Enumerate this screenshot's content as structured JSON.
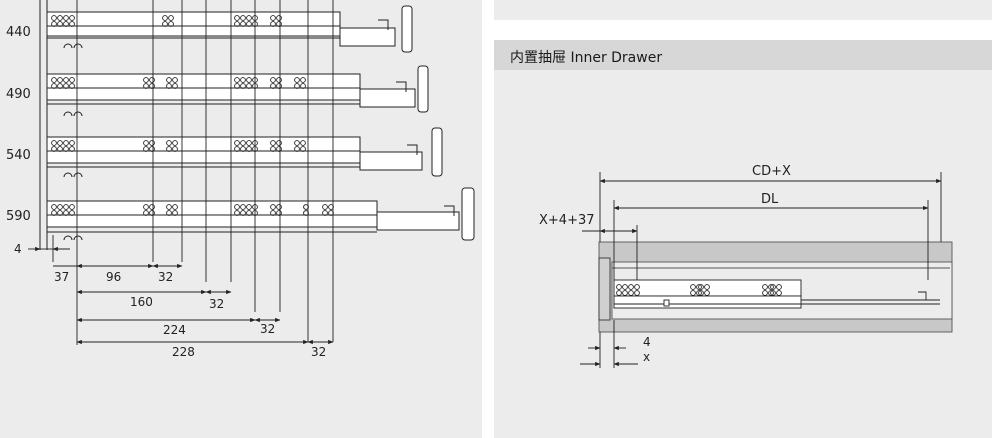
{
  "left_diagram": {
    "drawer_heights": [
      "440",
      "490",
      "540",
      "590"
    ],
    "offset_label": "4",
    "dimension_labels": {
      "d37": "37",
      "d96": "96",
      "d32a": "32",
      "d160": "160",
      "d32b": "32",
      "d224": "224",
      "d32c": "32",
      "d228": "228",
      "d32d": "32"
    }
  },
  "right_section": {
    "title": "内置抽屉  Inner Drawer",
    "labels": {
      "cd_x": "CD+X",
      "dl": "DL",
      "x_offset": "X+4+37",
      "four": "4",
      "x": "x"
    }
  }
}
